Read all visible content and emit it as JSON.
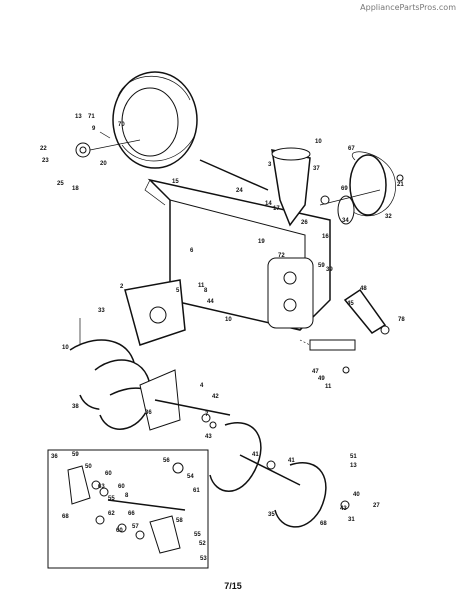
{
  "watermark": "AppliancePartsPros.com",
  "page_number": "7/15",
  "inset_label": "36",
  "callouts": [
    "13",
    "71",
    "9",
    "70",
    "22",
    "23",
    "20",
    "25",
    "18",
    "10",
    "37",
    "3",
    "15",
    "24",
    "14",
    "17",
    "6",
    "5",
    "8",
    "67",
    "21",
    "69",
    "34",
    "32",
    "26",
    "16",
    "19",
    "72",
    "59",
    "2",
    "11",
    "44",
    "10",
    "45",
    "48",
    "78",
    "33",
    "10",
    "4",
    "42",
    "47",
    "49",
    "11",
    "38",
    "36",
    "7",
    "43",
    "39",
    "41",
    "59",
    "50",
    "60",
    "60",
    "56",
    "63",
    "55",
    "8",
    "54",
    "61",
    "66",
    "62",
    "60",
    "57",
    "58",
    "55",
    "52",
    "53",
    "68",
    "51",
    "13",
    "41",
    "40",
    "43",
    "27",
    "31",
    "35",
    "68",
    "26",
    "39"
  ]
}
